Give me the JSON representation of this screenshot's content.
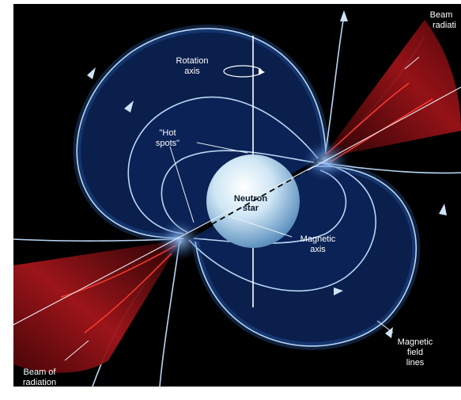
{
  "diagram": {
    "labels": {
      "rotation_axis": [
        "Rotation",
        "axis"
      ],
      "hot_spots": [
        "\"Hot",
        "spots\""
      ],
      "neutron_star": [
        "Neutron",
        "star"
      ],
      "magnetic_axis": [
        "Magnetic",
        "axis"
      ],
      "magnetic_field_lines": [
        "Magnetic",
        "field",
        "lines"
      ],
      "beam_bottom": [
        "Beam of",
        "radiation"
      ],
      "beam_top": [
        "Beam",
        "radiati"
      ]
    },
    "colors": {
      "background": "#000000",
      "field_lines": "#b9d7f5",
      "star": "#d8ecf8",
      "beam": "#a8161b"
    }
  }
}
